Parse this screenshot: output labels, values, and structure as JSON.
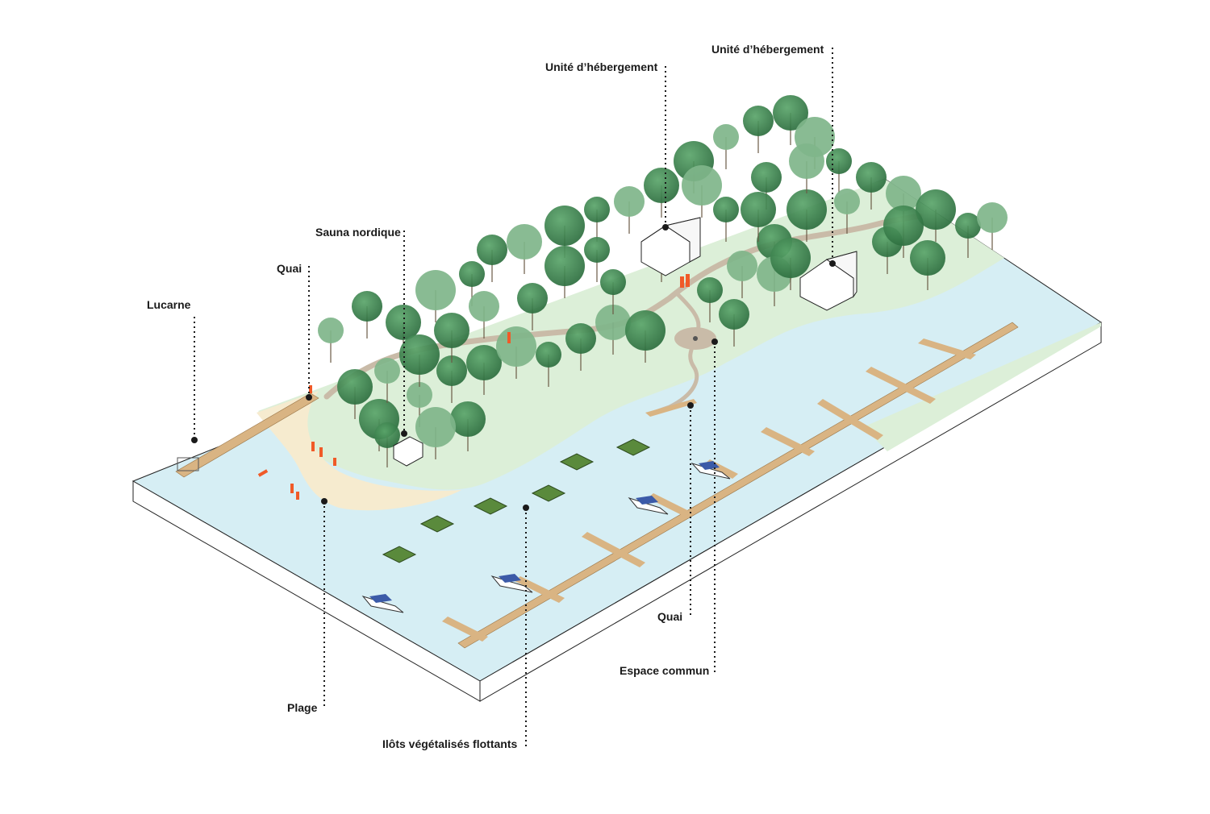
{
  "labels": {
    "lucarne": "Lucarne",
    "quai_left": "Quai",
    "sauna": "Sauna nordique",
    "unite_1": "Unité d’hébergement",
    "unite_2": "Unité d’hébergement",
    "quai_right": "Quai",
    "espace_commun": "Espace commun",
    "plage": "Plage",
    "ilots": "Ilôts végétalisés flottants"
  },
  "colors": {
    "water": "#d4ecf3",
    "land": "#dcefd8",
    "sand": "#f6ebcf",
    "path": "#c9bba8",
    "wood": "#d9b483",
    "people": "#f05a28",
    "tree_dark": "#2f7a45",
    "tree_light": "#7fb58a",
    "leader": "#1a1a1a"
  }
}
